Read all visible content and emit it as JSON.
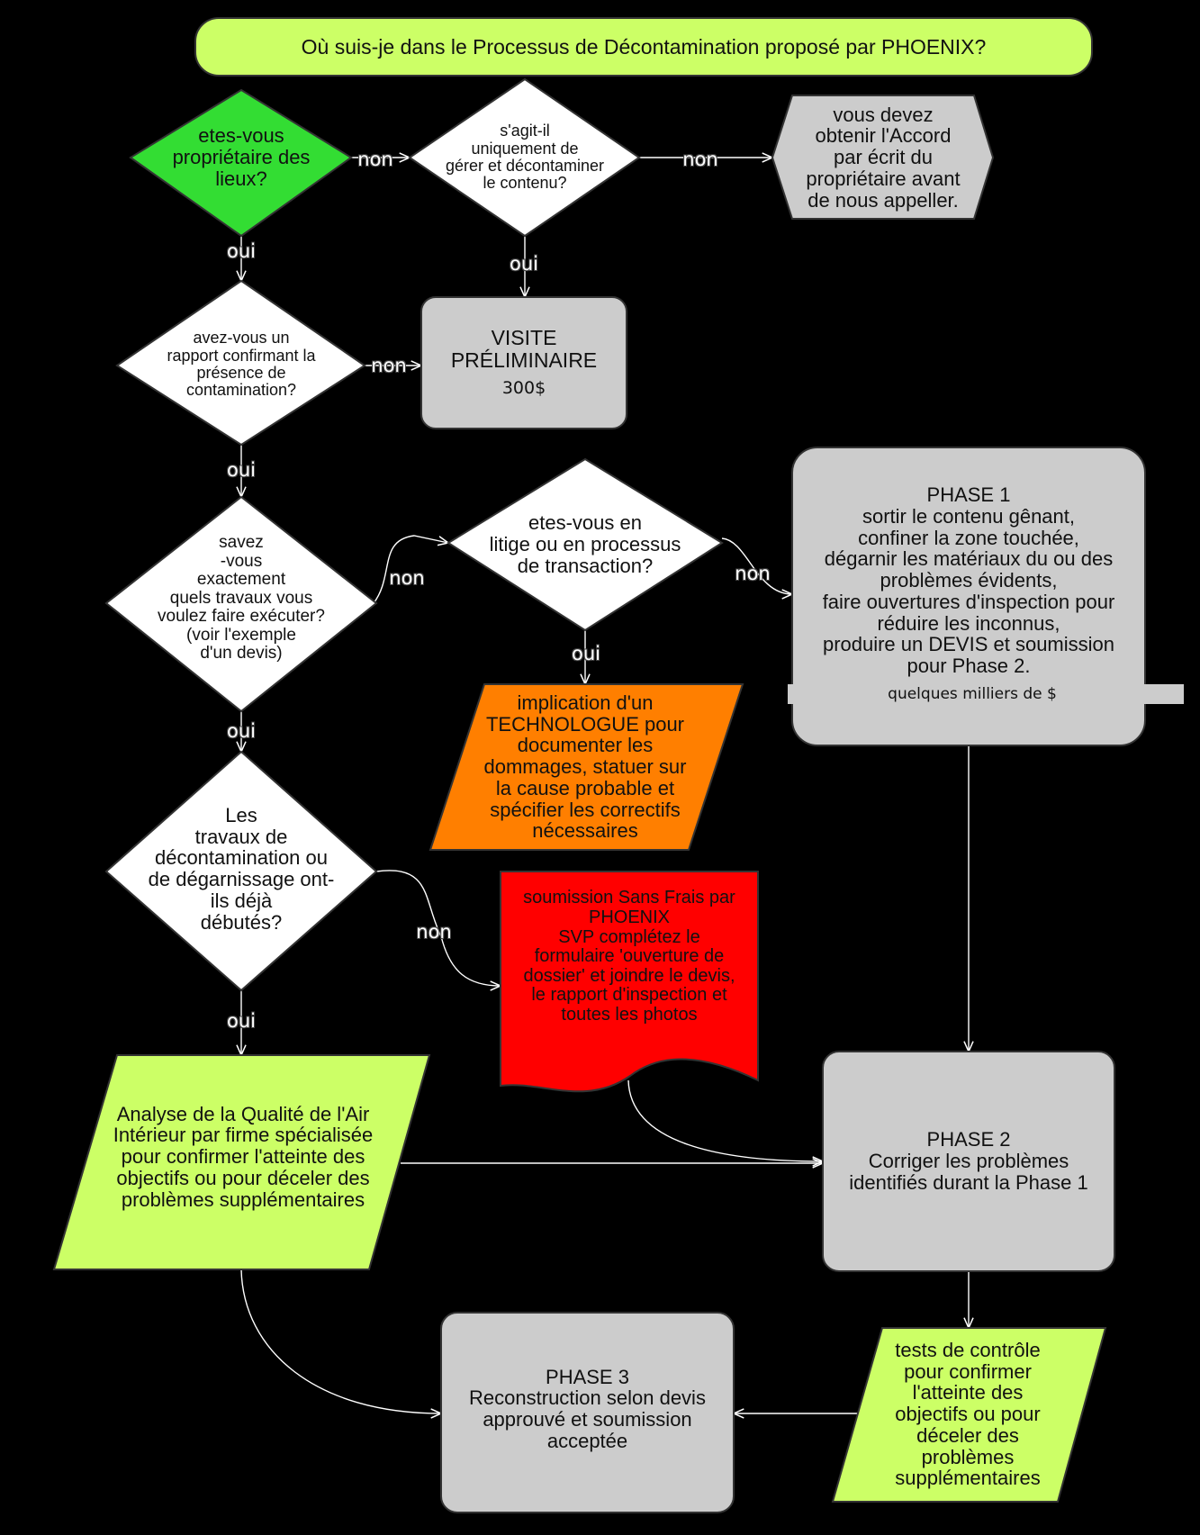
{
  "title": "Où suis-je dans le Processus de Décontamination proposé par PHOENIX?",
  "labels": {
    "yes": "oui",
    "no": "non"
  },
  "nodes": {
    "owner": "etes-vous\npropriétaire des\nlieux?",
    "content_only": "s'agit-il\nuniquement de\ngérer et décontaminer\nle contenu?",
    "need_agreement": "vous devez\nobtenir l'Accord\npar écrit du\npropriétaire avant\nde nous appeller.",
    "has_report": "avez-vous un\nrapport confirmant la\nprésence de\ncontamination?",
    "visit_title": "VISITE\nPRÉLIMINAIRE",
    "visit_price": "300$",
    "know_work": "savez\n-vous\nexactement\nquels travaux vous\nvoulez faire exécuter?\n(voir l'exemple\nd'un devis)",
    "litigation": "etes-vous en\nlitige ou en processus\nde transaction?",
    "phase1": "PHASE 1\nsortir le contenu gênant,\nconfiner la zone touchée,\ndégarnir les matériaux du ou des\nproblèmes évidents,\nfaire ouvertures d'inspection pour\nréduire les inconnus,\nproduire un DEVIS et soumission\npour Phase 2.",
    "phase1_cost": "quelques milliers de $",
    "technologue": "implication d'un\nTECHNOLOGUE pour\ndocumenter les\ndommages, statuer sur\nla cause probable et\nspécifier les correctifs\nnécessaires",
    "started": "Les\ntravaux de\ndécontamination ou\nde dégarnissage ont-\nils déjà\ndébutés?",
    "free_quote": "soumission Sans Frais par\nPHOENIX\nSVP complétez le\nformulaire 'ouverture de\ndossier' et joindre le devis,\nle rapport d'inspection et\ntoutes les photos",
    "air_quality": "Analyse de la Qualité de l'Air\nIntérieur par firme spécialisée\npour confirmer l'atteinte des\nobjectifs ou pour déceler des\nproblèmes supplémentaires",
    "phase2": "PHASE 2\nCorriger les problèmes\nidentifiés durant la Phase 1",
    "phase3": "PHASE 3\nReconstruction selon devis\napprouvé et soumission\nacceptée",
    "control_tests": "tests de contrôle\npour confirmer\nl'atteinte des\nobjectifs ou pour\ndéceler des\nproblèmes\nsupplémentaires"
  },
  "colors": {
    "background": "#000000",
    "title_fill": "#ccff66",
    "green_decision": "#33dd33",
    "decision_fill": "#ffffff",
    "process_fill": "#cccccc",
    "orange": "#ff7f00",
    "red": "#ff0000",
    "lime": "#ccff66"
  }
}
